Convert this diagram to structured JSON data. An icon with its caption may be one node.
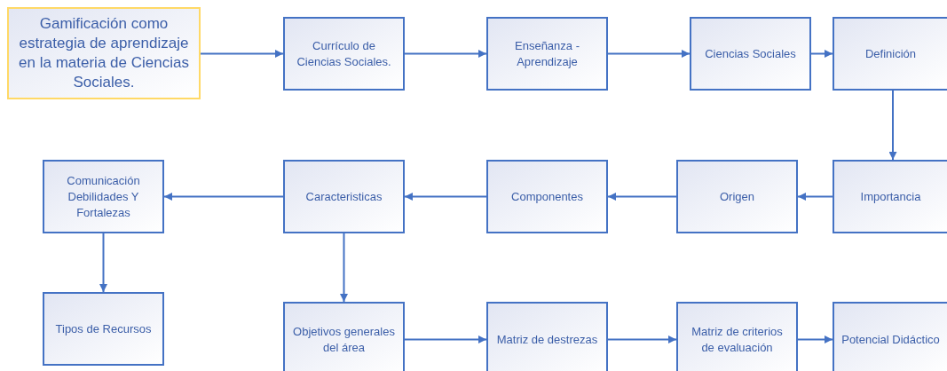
{
  "diagram": {
    "nodes": [
      {
        "text": [
          "Gamificación como estrategia de aprendizaje en la materia de Ciencias Sociales."
        ]
      },
      {
        "text": [
          "Currículo de Ciencias Sociales."
        ]
      },
      {
        "text": [
          "Enseñanza - Aprendizaje"
        ]
      },
      {
        "text": [
          "Ciencias Sociales"
        ]
      },
      {
        "text": [
          "Definición"
        ]
      },
      {
        "text": [
          "Importancia"
        ]
      },
      {
        "text": [
          "Origen"
        ]
      },
      {
        "text": [
          "Componentes"
        ]
      },
      {
        "text": [
          "Caracteristicas"
        ]
      },
      {
        "text": [
          "Comunicación Debilidades Y Fortalezas"
        ]
      },
      {
        "text": [
          "Tipos de Recursos"
        ]
      },
      {
        "text": [
          "Objetivos generales del área"
        ]
      },
      {
        "text": [
          "Matriz de destrezas"
        ]
      },
      {
        "text": [
          "Matriz de criterios de evaluación"
        ]
      },
      {
        "text": [
          "Potencial Didáctico"
        ]
      }
    ],
    "edges": [
      {
        "from": 0,
        "to": 1,
        "arrow": "to"
      },
      {
        "from": 1,
        "to": 2,
        "arrow": "to"
      },
      {
        "from": 2,
        "to": 3,
        "arrow": "to"
      },
      {
        "from": 3,
        "to": 4,
        "arrow": "to"
      },
      {
        "from": 4,
        "to": 5,
        "arrow": "to"
      },
      {
        "from": 5,
        "to": 6,
        "arrow": "to"
      },
      {
        "from": 6,
        "to": 7,
        "arrow": "to"
      },
      {
        "from": 7,
        "to": 8,
        "arrow": "to"
      },
      {
        "from": 8,
        "to": 9,
        "arrow": "to"
      },
      {
        "from": 9,
        "to": 10,
        "arrow": "to"
      },
      {
        "from": 8,
        "to": 11,
        "arrow": "to"
      },
      {
        "from": 11,
        "to": 12,
        "arrow": "to"
      },
      {
        "from": 12,
        "to": 13,
        "arrow": "to"
      },
      {
        "from": 13,
        "to": 14,
        "arrow": "to"
      }
    ]
  }
}
